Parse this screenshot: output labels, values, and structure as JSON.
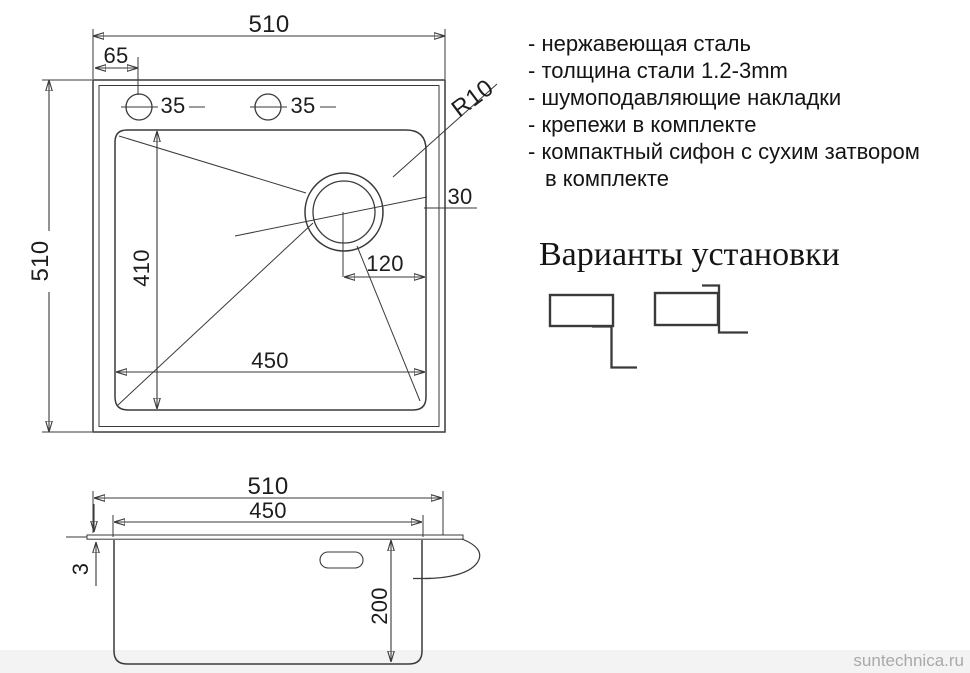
{
  "top_view": {
    "width": "510",
    "height": "510",
    "hole_offset": "65",
    "hole_left_diameter": "35",
    "hole_right_diameter": "35",
    "corner_radius": "R10",
    "rim_width": "30",
    "bowl_height": "410",
    "drain_offset": "120",
    "bowl_width": "450"
  },
  "side_view": {
    "width": "510",
    "bowl_width": "450",
    "rim_thickness": "3",
    "bowl_depth": "200"
  },
  "features": {
    "items": [
      "- нержавеющая сталь",
      "- толщина стали 1.2-3mm",
      "- шумоподавляющие накладки",
      "- крепежи в комплекте",
      "- компактный сифон с сухим затвором",
      "в комплекте"
    ]
  },
  "installation": {
    "title": "Варианты установки"
  },
  "colors": {
    "line": "#3a3a3a",
    "profile_red": "#b24a5c",
    "hatch": "#9b9b9b",
    "hatch_border": "#878787",
    "watermark": "#a9a9a9"
  },
  "watermark": "suntechnica.ru"
}
